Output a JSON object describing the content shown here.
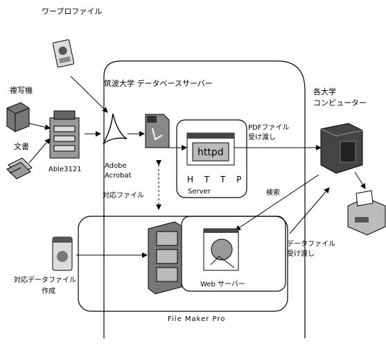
{
  "labels": {
    "wordprocessor_file": "ワープロファイル",
    "scanner": "複写機",
    "document": "文書",
    "able": "Able3121",
    "server_title": "筑波大学 データベースサーバー",
    "adobe": "Adobe",
    "acrobat": "Acrobat",
    "pdf_transfer_1": "PDFファイル",
    "pdf_transfer_2": "受け渡し",
    "campus_computer_1": "各大学",
    "campus_computer_2": "コンピューター",
    "httpd": "httpd",
    "http": "H T T P",
    "server": "Server",
    "corresponding_file": "対応ファイル",
    "search": "検索",
    "data_transfer_1": "データファイル",
    "data_transfer_2": "受け渡し",
    "create_data_1": "対応データファイル",
    "create_data_2": "作成",
    "web_server": "Web サーバー",
    "filemaker": "File Maker Pro"
  },
  "icons": [
    "pdf-badge-icon",
    "scanner-icon",
    "document-icon",
    "copier-icon",
    "acrobat-icon",
    "pdf-file-icon",
    "browser-window-icon",
    "pc-icon",
    "printer-icon",
    "data-file-icon",
    "filing-cabinet-icon",
    "web-server-icon"
  ],
  "colors": {
    "stroke": "#000000",
    "icon_dark": "#333333",
    "icon_mid": "#888888",
    "icon_light": "#cccccc"
  }
}
